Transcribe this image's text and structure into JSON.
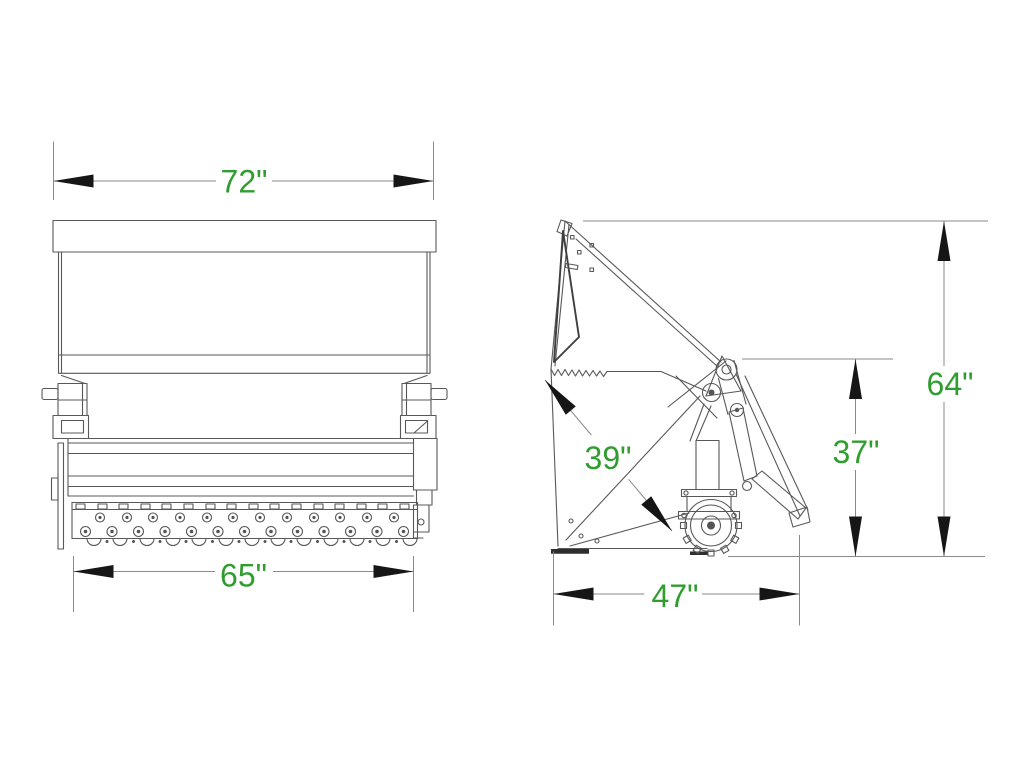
{
  "drawing": {
    "front_view": {
      "dims": {
        "overall_width": "72\"",
        "roller_width": "65\""
      }
    },
    "side_view": {
      "dims": {
        "overall_height": "64\"",
        "pivot_height": "37\"",
        "opening_diagonal": "39\"",
        "overall_depth": "47\""
      }
    },
    "colors": {
      "dimension_text": "#2f9e2f",
      "object_lines": "#585858",
      "dimension_lines": "#8a8a8a",
      "arrowheads": "#161616",
      "background": "#ffffff"
    }
  }
}
